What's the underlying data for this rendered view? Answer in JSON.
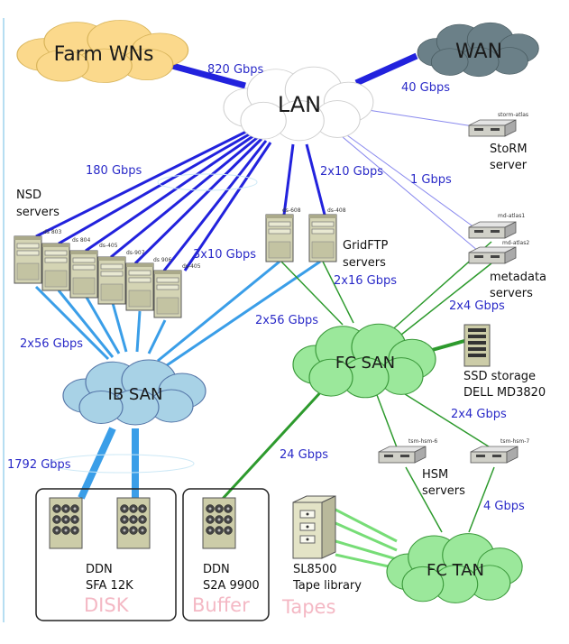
{
  "clouds": {
    "farm": "Farm WNs",
    "wan": "WAN",
    "lan": "LAN",
    "ib_san": "IB SAN",
    "fc_san": "FC SAN",
    "fc_tan": "FC TAN"
  },
  "links": {
    "farm_lan": "820 Gbps",
    "wan_lan": "40 Gbps",
    "nsd_lan": "180 Gbps",
    "gridftp_lan": "2x10 Gbps",
    "lan_servers": "1 Gbps",
    "nsd_3x10": "3x10 Gbps",
    "gridftp_fc": "2x16 Gbps",
    "nsd_ib": "2x56 Gbps",
    "ib_gridftp": "2x56 Gbps",
    "metadata_fc": "2x4 Gbps",
    "fc_hsm": "2x4 Gbps",
    "ib_ddn": "1792 Gbps",
    "fc_s2a": "24 Gbps",
    "hsm_tan": "4 Gbps"
  },
  "labels": {
    "nsd_servers": [
      "NSD",
      "servers"
    ],
    "storm_server": [
      "StoRM",
      "server"
    ],
    "gridftp_servers": [
      "GridFTP",
      "servers"
    ],
    "metadata_servers": [
      "metadata",
      "servers"
    ],
    "ssd_storage": [
      "SSD storage",
      "DELL MD3820"
    ],
    "hsm_servers": [
      "HSM",
      "servers"
    ],
    "ddn_sfa": [
      "DDN",
      "SFA 12K"
    ],
    "ddn_s2a": [
      "DDN",
      "S2A 9900"
    ],
    "sl8500": [
      "SL8500",
      "Tape library"
    ]
  },
  "hosts": {
    "storm_atlas": "storm-atlas",
    "md_atlas1": "md-atlas1",
    "md_atlas2": "md-atlas2",
    "ds_608": "ds-608",
    "ds_408": "ds-408",
    "ds_803": "ds 803",
    "ds_804": "ds 804",
    "ds_405": "ds-405",
    "ds_907": "ds-907",
    "ds_906": "ds 906",
    "ds_405b": "ds-405",
    "tsm_hsm_6": "tsm-hsm-6",
    "tsm_hsm_7": "tsm-hsm-7"
  },
  "categories": {
    "disk": "DISK",
    "buffer": "Buffer",
    "tapes": "Tapes"
  },
  "colors": {
    "lan_link": "#2222dd",
    "ib_link": "#3a9ee8",
    "fc_link": "#2d9a2d",
    "tan_link": "#77dd77",
    "thin_link": "#8888ee",
    "farm_cloud": "#fbd98c",
    "wan_cloud": "#6b8088",
    "ib_cloud": "#a8d2e6",
    "fc_cloud": "#9be89b",
    "category_text": "#f4b8c4"
  }
}
